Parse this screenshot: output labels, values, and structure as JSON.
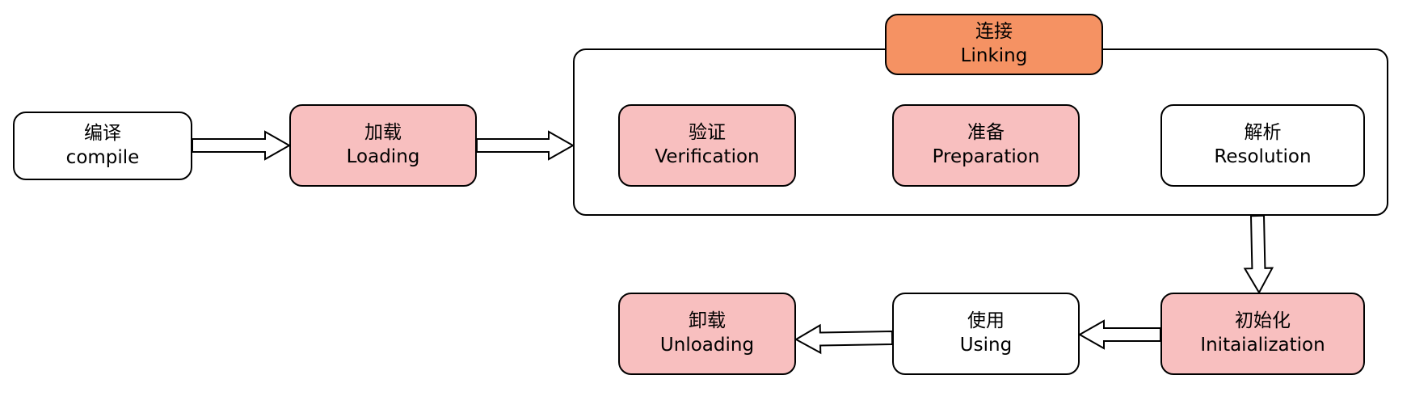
{
  "colors": {
    "highlight_fill": "#f8bfbf",
    "linking_header_fill": "#f59263",
    "plain_fill": "#ffffff",
    "stroke": "#000000"
  },
  "nodes": {
    "compile": {
      "zh": "编译",
      "en": "compile",
      "fill": "plain"
    },
    "loading": {
      "zh": "加载",
      "en": "Loading",
      "fill": "highlight"
    },
    "linking": {
      "zh": "连接",
      "en": "Linking",
      "fill": "header"
    },
    "verification": {
      "zh": "验证",
      "en": "Verification",
      "fill": "highlight"
    },
    "preparation": {
      "zh": "准备",
      "en": "Preparation",
      "fill": "highlight"
    },
    "resolution": {
      "zh": "解析",
      "en": "Resolution",
      "fill": "plain"
    },
    "initialization": {
      "zh": "初始化",
      "en": "Initaialization",
      "fill": "highlight"
    },
    "using": {
      "zh": "使用",
      "en": "Using",
      "fill": "plain"
    },
    "unloading": {
      "zh": "卸载",
      "en": "Unloading",
      "fill": "highlight"
    }
  },
  "edges": [
    {
      "from": "compile",
      "to": "loading"
    },
    {
      "from": "loading",
      "to": "linking"
    },
    {
      "from": "verification",
      "to": "preparation"
    },
    {
      "from": "preparation",
      "to": "resolution"
    },
    {
      "from": "linking",
      "to": "initialization"
    },
    {
      "from": "initialization",
      "to": "using"
    },
    {
      "from": "using",
      "to": "unloading"
    }
  ]
}
